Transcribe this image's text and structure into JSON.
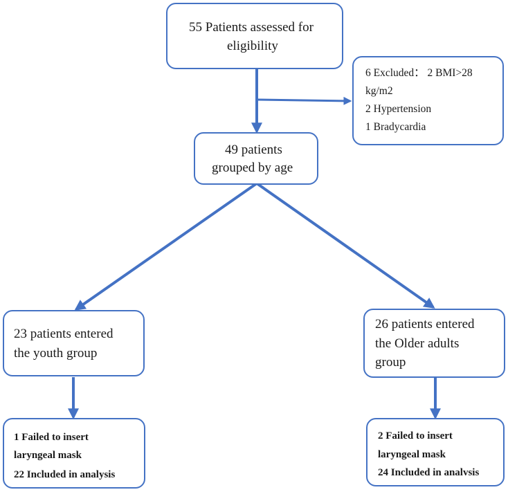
{
  "boxes": {
    "assessed": {
      "lines": [
        "55 Patients assessed for",
        "eligibility"
      ]
    },
    "excluded": {
      "lines": [
        "6 Excluded： 2 BMI>28",
        "kg/m2",
        "2 Hypertension",
        "1 Bradycardia"
      ]
    },
    "grouped": {
      "lines": [
        "49 patients",
        "grouped by age"
      ]
    },
    "youth": {
      "lines": [
        "23 patients entered",
        "the youth group"
      ]
    },
    "older": {
      "lines": [
        "26 patients entered",
        "the Older adults",
        "group"
      ]
    },
    "youth_outcome": {
      "lines": [
        "1 Failed to insert",
        "laryngeal mask",
        "22 Included in analysis"
      ]
    },
    "older_outcome": {
      "lines": [
        "2 Failed to insert",
        "laryngeal mask",
        "24 Included in analvsis"
      ]
    }
  },
  "colors": {
    "border": "#4472c4",
    "arrow": "#4472c4"
  }
}
